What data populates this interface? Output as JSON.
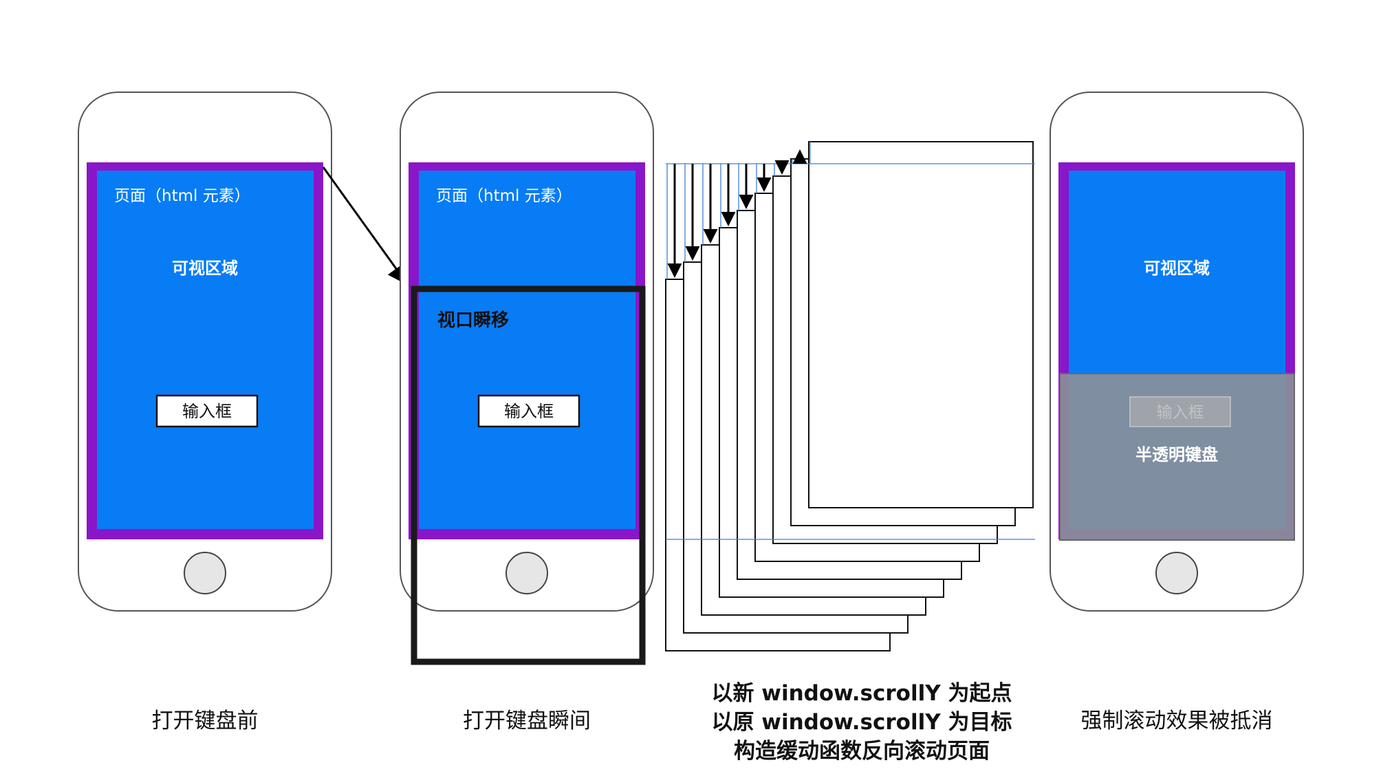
{
  "phones": [
    {
      "page_label": "页面（html 元素）",
      "visible_label": "可视区域",
      "input_label": "输入框",
      "caption": "打开键盘前"
    },
    {
      "page_label": "页面（html 元素）",
      "viewport_label": "视口瞬移",
      "input_label": "输入框",
      "caption": "打开键盘瞬间"
    },
    {
      "visible_label": "可视区域",
      "input_label": "输入框",
      "keyboard_label": "半透明键盘",
      "caption": "强制滚动效果被抵消"
    }
  ],
  "animation": {
    "caption_lines": [
      "以新 window.scrollY 为起点",
      "以原 window.scrollY 为目标",
      "构造缓动函数反向滚动页面"
    ]
  },
  "colors": {
    "page_frame": "#8a16c9",
    "visible_area": "#087cf5",
    "keyboard": "#8a8f99"
  }
}
